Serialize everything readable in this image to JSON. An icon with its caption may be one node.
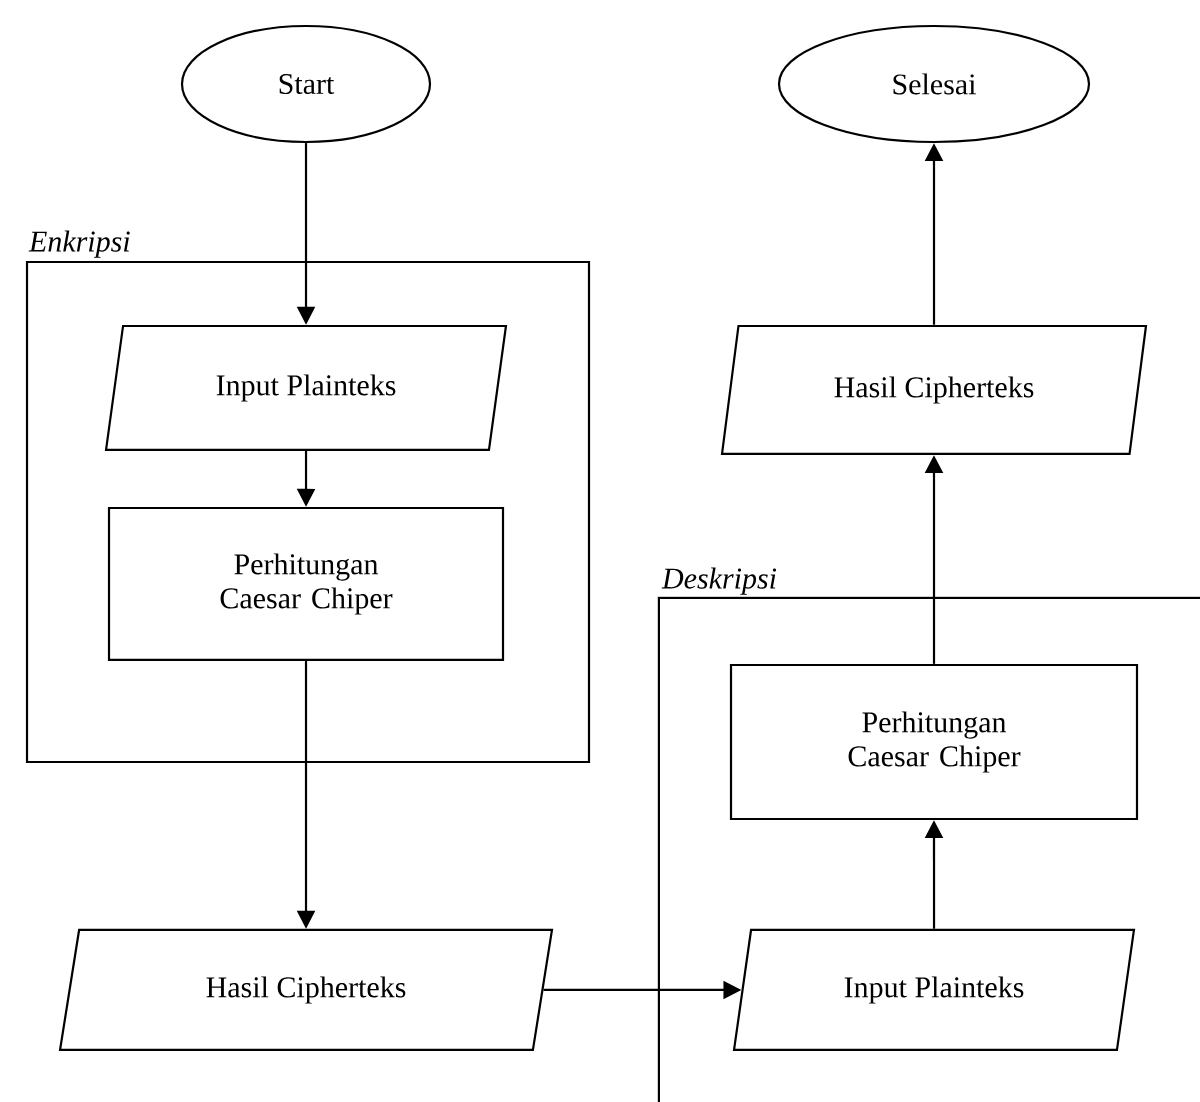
{
  "diagram": {
    "nodes": [
      {
        "text": [
          "Start"
        ]
      },
      {
        "text": [
          "Enkripsi"
        ]
      },
      {
        "text": [
          "Input Plainteks"
        ],
        "in": 1
      },
      {
        "text": [
          "Perhitungan Caesar Chiper"
        ],
        "in": 1
      },
      {
        "text": [
          "Hasil Cipherteks"
        ]
      },
      {
        "text": [
          "Selesai"
        ]
      },
      {
        "text": [
          "Hasil Cipherteks"
        ]
      },
      {
        "text": [
          "Deskripsi"
        ]
      },
      {
        "text": [
          "Perhitungan Caesar Chiper"
        ],
        "in": 7
      },
      {
        "text": [
          "Input Plainteks"
        ],
        "in": 7
      }
    ],
    "edges": [
      {
        "from": 0,
        "to": 2,
        "arrow": "to"
      },
      {
        "from": 2,
        "to": 3,
        "arrow": "to"
      },
      {
        "from": 3,
        "to": 4,
        "arrow": "to"
      },
      {
        "from": 4,
        "to": 9,
        "arrow": "to"
      },
      {
        "from": 9,
        "to": 8,
        "arrow": "to"
      },
      {
        "from": 8,
        "to": 6,
        "arrow": "to"
      },
      {
        "from": 6,
        "to": 5,
        "arrow": "to"
      }
    ]
  }
}
